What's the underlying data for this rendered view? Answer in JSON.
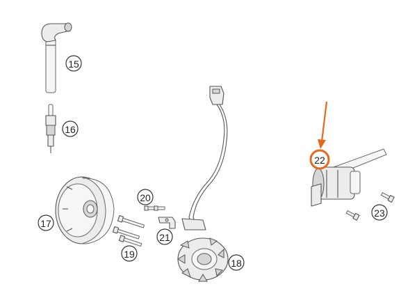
{
  "callouts": [
    {
      "id": "15",
      "label": "15"
    },
    {
      "id": "16",
      "label": "16"
    },
    {
      "id": "17",
      "label": "17"
    },
    {
      "id": "18",
      "label": "18"
    },
    {
      "id": "19",
      "label": "19"
    },
    {
      "id": "20",
      "label": "20"
    },
    {
      "id": "21",
      "label": "21"
    },
    {
      "id": "22",
      "label": "22",
      "highlighted": true
    },
    {
      "id": "23",
      "label": "23"
    }
  ],
  "colors": {
    "highlight": "#e8671c",
    "line": "#555555",
    "part_fill": "#ececec",
    "background": "#ffffff"
  }
}
